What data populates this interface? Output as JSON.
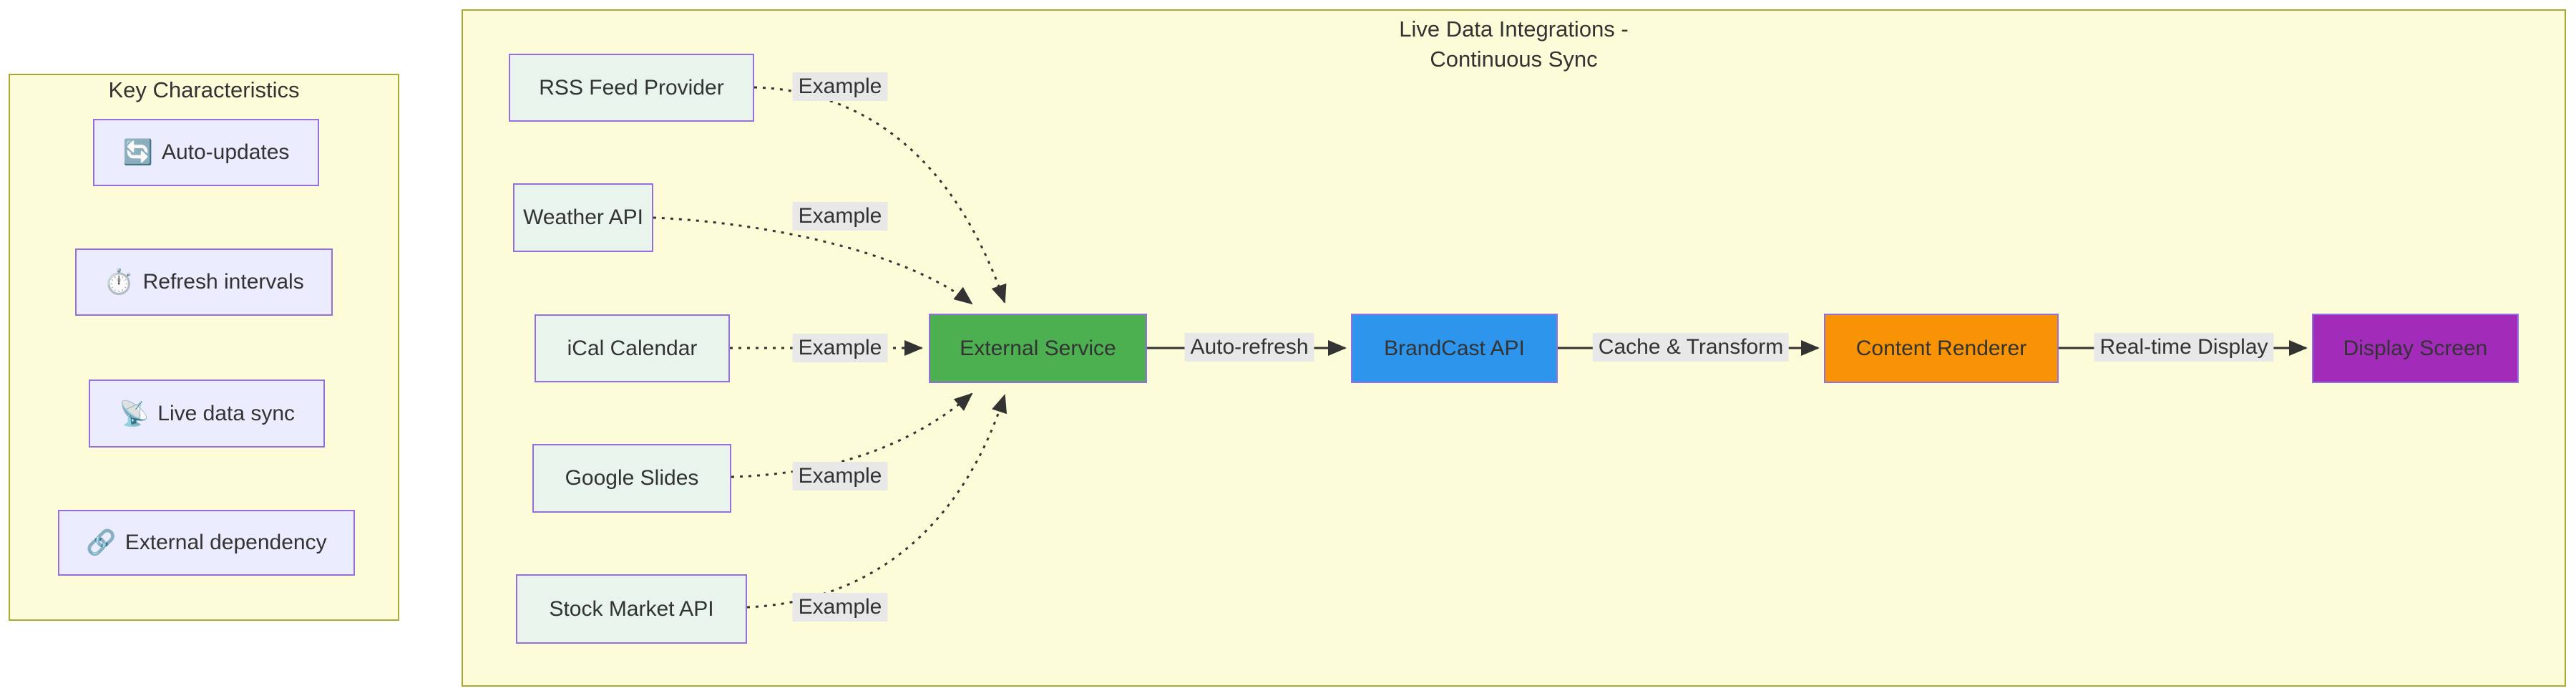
{
  "left_panel": {
    "title": "Key Characteristics",
    "items": [
      {
        "icon": "🔄",
        "icon_name": "auto-update-arrows-icon",
        "label": "Auto-updates"
      },
      {
        "icon": "⏱️",
        "icon_name": "stopwatch-icon",
        "label": "Refresh intervals"
      },
      {
        "icon": "📡",
        "icon_name": "satellite-antenna-icon",
        "label": "Live data sync"
      },
      {
        "icon": "🔗",
        "icon_name": "link-icon",
        "label": "External dependency"
      }
    ]
  },
  "main": {
    "title_line1": "Live Data Integrations -",
    "title_line2": "Continuous Sync",
    "sources": [
      {
        "label": "RSS Feed Provider",
        "edge_label": "Example"
      },
      {
        "label": "Weather API",
        "edge_label": "Example"
      },
      {
        "label": "iCal Calendar",
        "edge_label": "Example"
      },
      {
        "label": "Google Slides",
        "edge_label": "Example"
      },
      {
        "label": "Stock Market API",
        "edge_label": "Example"
      }
    ],
    "flow_nodes": [
      {
        "label": "External Service",
        "color": "#4CAF50"
      },
      {
        "label": "BrandCast API",
        "color": "#2E95EC"
      },
      {
        "label": "Content Renderer",
        "color": "#F99306"
      },
      {
        "label": "Display Screen",
        "color": "#A22BBA"
      }
    ],
    "flow_edges": [
      {
        "label": "Auto-refresh"
      },
      {
        "label": "Cache & Transform"
      },
      {
        "label": "Real-time Display"
      }
    ]
  },
  "colors": {
    "panel_bg": "#FCFCD8",
    "panel_border": "#AAAA33",
    "characteristic_bg": "#ECECFF",
    "characteristic_border": "#9370DB",
    "source_bg": "#E8F4EC",
    "node_border": "#9370DB",
    "edge_label_bg": "#E8E8E8",
    "edge_line": "#333333",
    "text": "#333333"
  }
}
